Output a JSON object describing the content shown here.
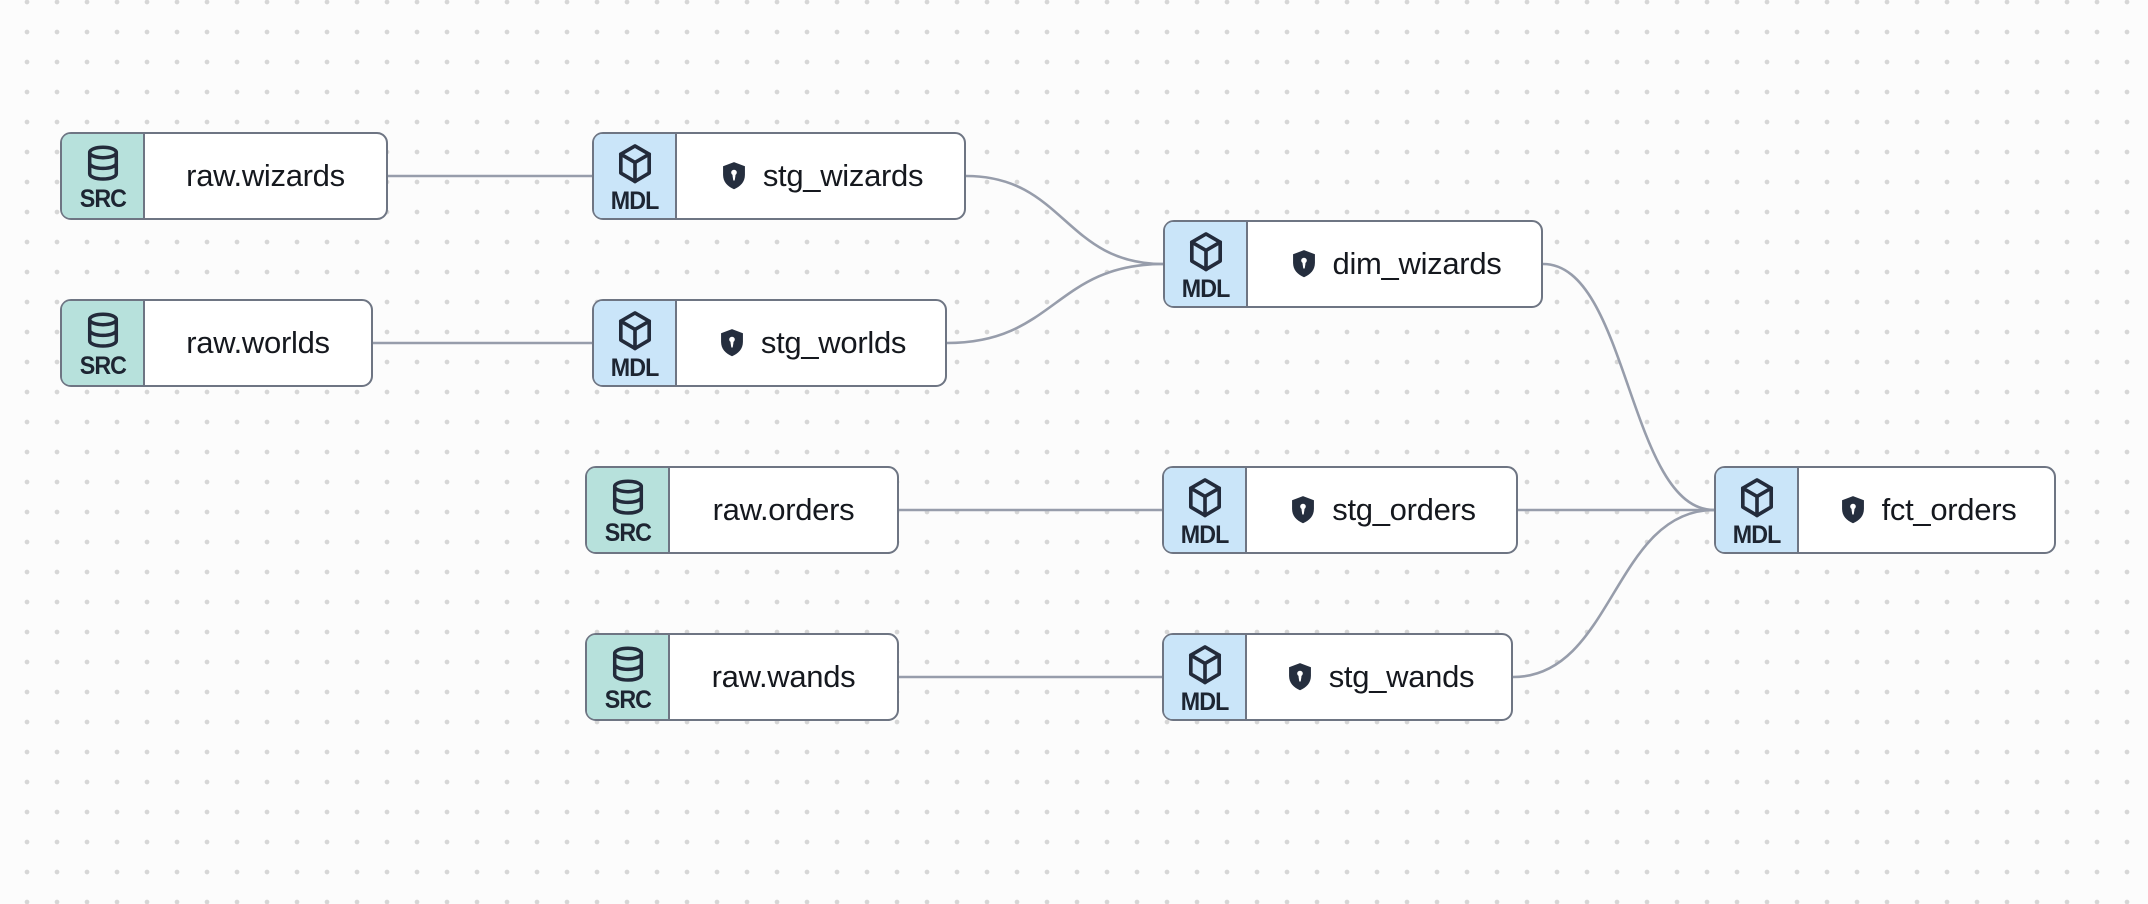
{
  "app": {
    "title": "data lineage graph"
  },
  "palette": {
    "background": "#fcfcfc",
    "grid_dot": "#d6d6d6",
    "node_border": "#6e7583",
    "node_background": "#ffffff",
    "source_badge_background": "#b7e1dc",
    "model_badge_background": "#cae5f9",
    "icon_ink": "#232b3b",
    "label_ink": "#15181e",
    "shield_fill": "#252e3e",
    "edge_stroke": "#979dab"
  },
  "badges": {
    "source": "SRC",
    "model": "MDL"
  },
  "nodes": [
    {
      "id": "raw_wizards",
      "kind": "source",
      "badge": "SRC",
      "icon": "database-icon",
      "shield": false,
      "label": "raw.wizards"
    },
    {
      "id": "raw_worlds",
      "kind": "source",
      "badge": "SRC",
      "icon": "database-icon",
      "shield": false,
      "label": "raw.worlds"
    },
    {
      "id": "stg_wizards",
      "kind": "model",
      "badge": "MDL",
      "icon": "cube-icon",
      "shield": true,
      "label": "stg_wizards"
    },
    {
      "id": "stg_worlds",
      "kind": "model",
      "badge": "MDL",
      "icon": "cube-icon",
      "shield": true,
      "label": "stg_worlds"
    },
    {
      "id": "dim_wizards",
      "kind": "model",
      "badge": "MDL",
      "icon": "cube-icon",
      "shield": true,
      "label": "dim_wizards"
    },
    {
      "id": "raw_orders",
      "kind": "source",
      "badge": "SRC",
      "icon": "database-icon",
      "shield": false,
      "label": "raw.orders"
    },
    {
      "id": "stg_orders",
      "kind": "model",
      "badge": "MDL",
      "icon": "cube-icon",
      "shield": true,
      "label": "stg_orders"
    },
    {
      "id": "raw_wands",
      "kind": "source",
      "badge": "SRC",
      "icon": "database-icon",
      "shield": false,
      "label": "raw.wands"
    },
    {
      "id": "stg_wands",
      "kind": "model",
      "badge": "MDL",
      "icon": "cube-icon",
      "shield": true,
      "label": "stg_wands"
    },
    {
      "id": "fct_orders",
      "kind": "model",
      "badge": "MDL",
      "icon": "cube-icon",
      "shield": true,
      "label": "fct_orders"
    }
  ],
  "edges": [
    {
      "from": "raw_wizards",
      "to": "stg_wizards"
    },
    {
      "from": "raw_worlds",
      "to": "stg_worlds"
    },
    {
      "from": "stg_wizards",
      "to": "dim_wizards"
    },
    {
      "from": "stg_worlds",
      "to": "dim_wizards"
    },
    {
      "from": "raw_orders",
      "to": "stg_orders"
    },
    {
      "from": "raw_wands",
      "to": "stg_wands"
    },
    {
      "from": "stg_orders",
      "to": "fct_orders"
    },
    {
      "from": "stg_wands",
      "to": "fct_orders"
    },
    {
      "from": "dim_wizards",
      "to": "fct_orders"
    }
  ]
}
